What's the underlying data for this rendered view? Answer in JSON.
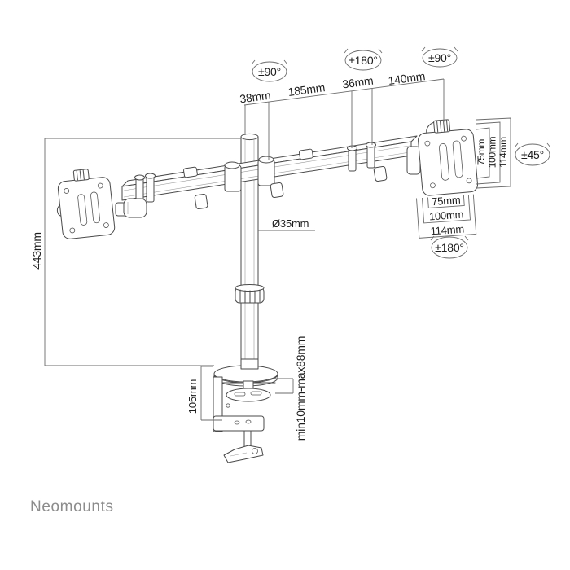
{
  "brand": {
    "name": "Neomounts"
  },
  "dimensions": {
    "top": [
      {
        "label": "38mm"
      },
      {
        "label": "185mm"
      },
      {
        "label": "36mm"
      },
      {
        "label": "140mm"
      }
    ],
    "pole_height": "443mm",
    "pole_diameter": "Ø35mm",
    "clamp_height": "105mm",
    "desk_thickness": "min10mm-max88mm",
    "vesa_vertical": [
      "75mm",
      "100mm",
      "114mm"
    ],
    "vesa_horizontal": [
      "75mm",
      "100mm",
      "114mm"
    ]
  },
  "rotation": {
    "swivel_left": "±90°",
    "rotate_center": "±180°",
    "swivel_right": "±90°",
    "tilt": "±45°",
    "vesa_rotate": "±180°"
  },
  "colors": {
    "line": "#4a4a4a",
    "dimension_line": "#6b6b6b",
    "text": "#1d1d1d",
    "logo": "#8c8c8c",
    "background": "#ffffff"
  }
}
